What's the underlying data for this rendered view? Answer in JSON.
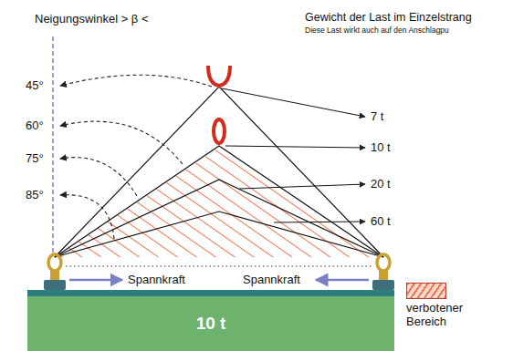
{
  "diagram": {
    "nodes": [
      {
        "text": [
          "10 t"
        ]
      }
    ],
    "labels": [
      "Neigungswinkel > β <",
      "Gewicht der Last im Einzelstrang",
      "Diese Last wirkt auch auf den Anschlagpu",
      "45°",
      "60°",
      "75°",
      "85°",
      "7 t",
      "10 t",
      "20 t",
      "60 t",
      "Spannkraft",
      "Spannkraft"
    ],
    "legend": [
      {
        "text": "verbotener Bereich",
        "color": "#ee7755"
      }
    ]
  }
}
